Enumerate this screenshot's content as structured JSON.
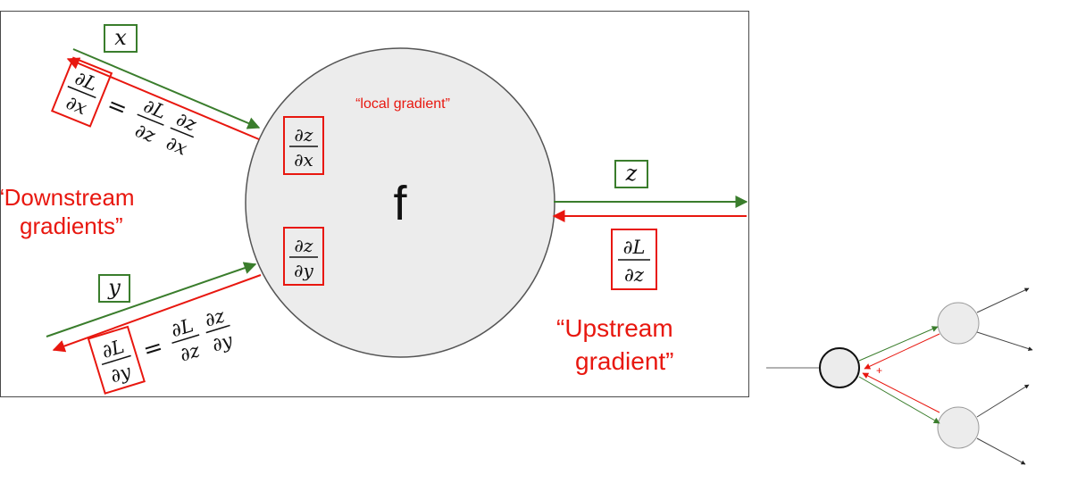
{
  "colors": {
    "forward": "#3a7d2c",
    "backward": "#e8170f",
    "node_fill": "#ececec",
    "border": "#4a4a4a"
  },
  "main_diagram": {
    "node_label": "f",
    "local_gradient_label": "“local gradient”",
    "downstream_label_line1": "“Downstream",
    "downstream_label_line2": "gradients”",
    "upstream_label_line1": "“Upstream",
    "upstream_label_line2": "gradient”",
    "inputs": [
      "x",
      "y"
    ],
    "output": "z",
    "local_gradients": [
      {
        "num": "∂z",
        "den": "∂x"
      },
      {
        "num": "∂z",
        "den": "∂y"
      }
    ],
    "upstream_gradient": {
      "num": "∂L",
      "den": "∂z"
    },
    "downstream_gradients": [
      {
        "lhs_num": "∂L",
        "lhs_den": "∂x",
        "equals": "=",
        "f1_num": "∂L",
        "f1_den": "∂z",
        "f2_num": "∂z",
        "f2_den": "∂x"
      },
      {
        "lhs_num": "∂L",
        "lhs_den": "∂y",
        "equals": "=",
        "f1_num": "∂L",
        "f1_den": "∂z",
        "f2_num": "∂z",
        "f2_den": "∂y"
      }
    ]
  },
  "branch_diagram": {
    "plus_label": "+"
  }
}
